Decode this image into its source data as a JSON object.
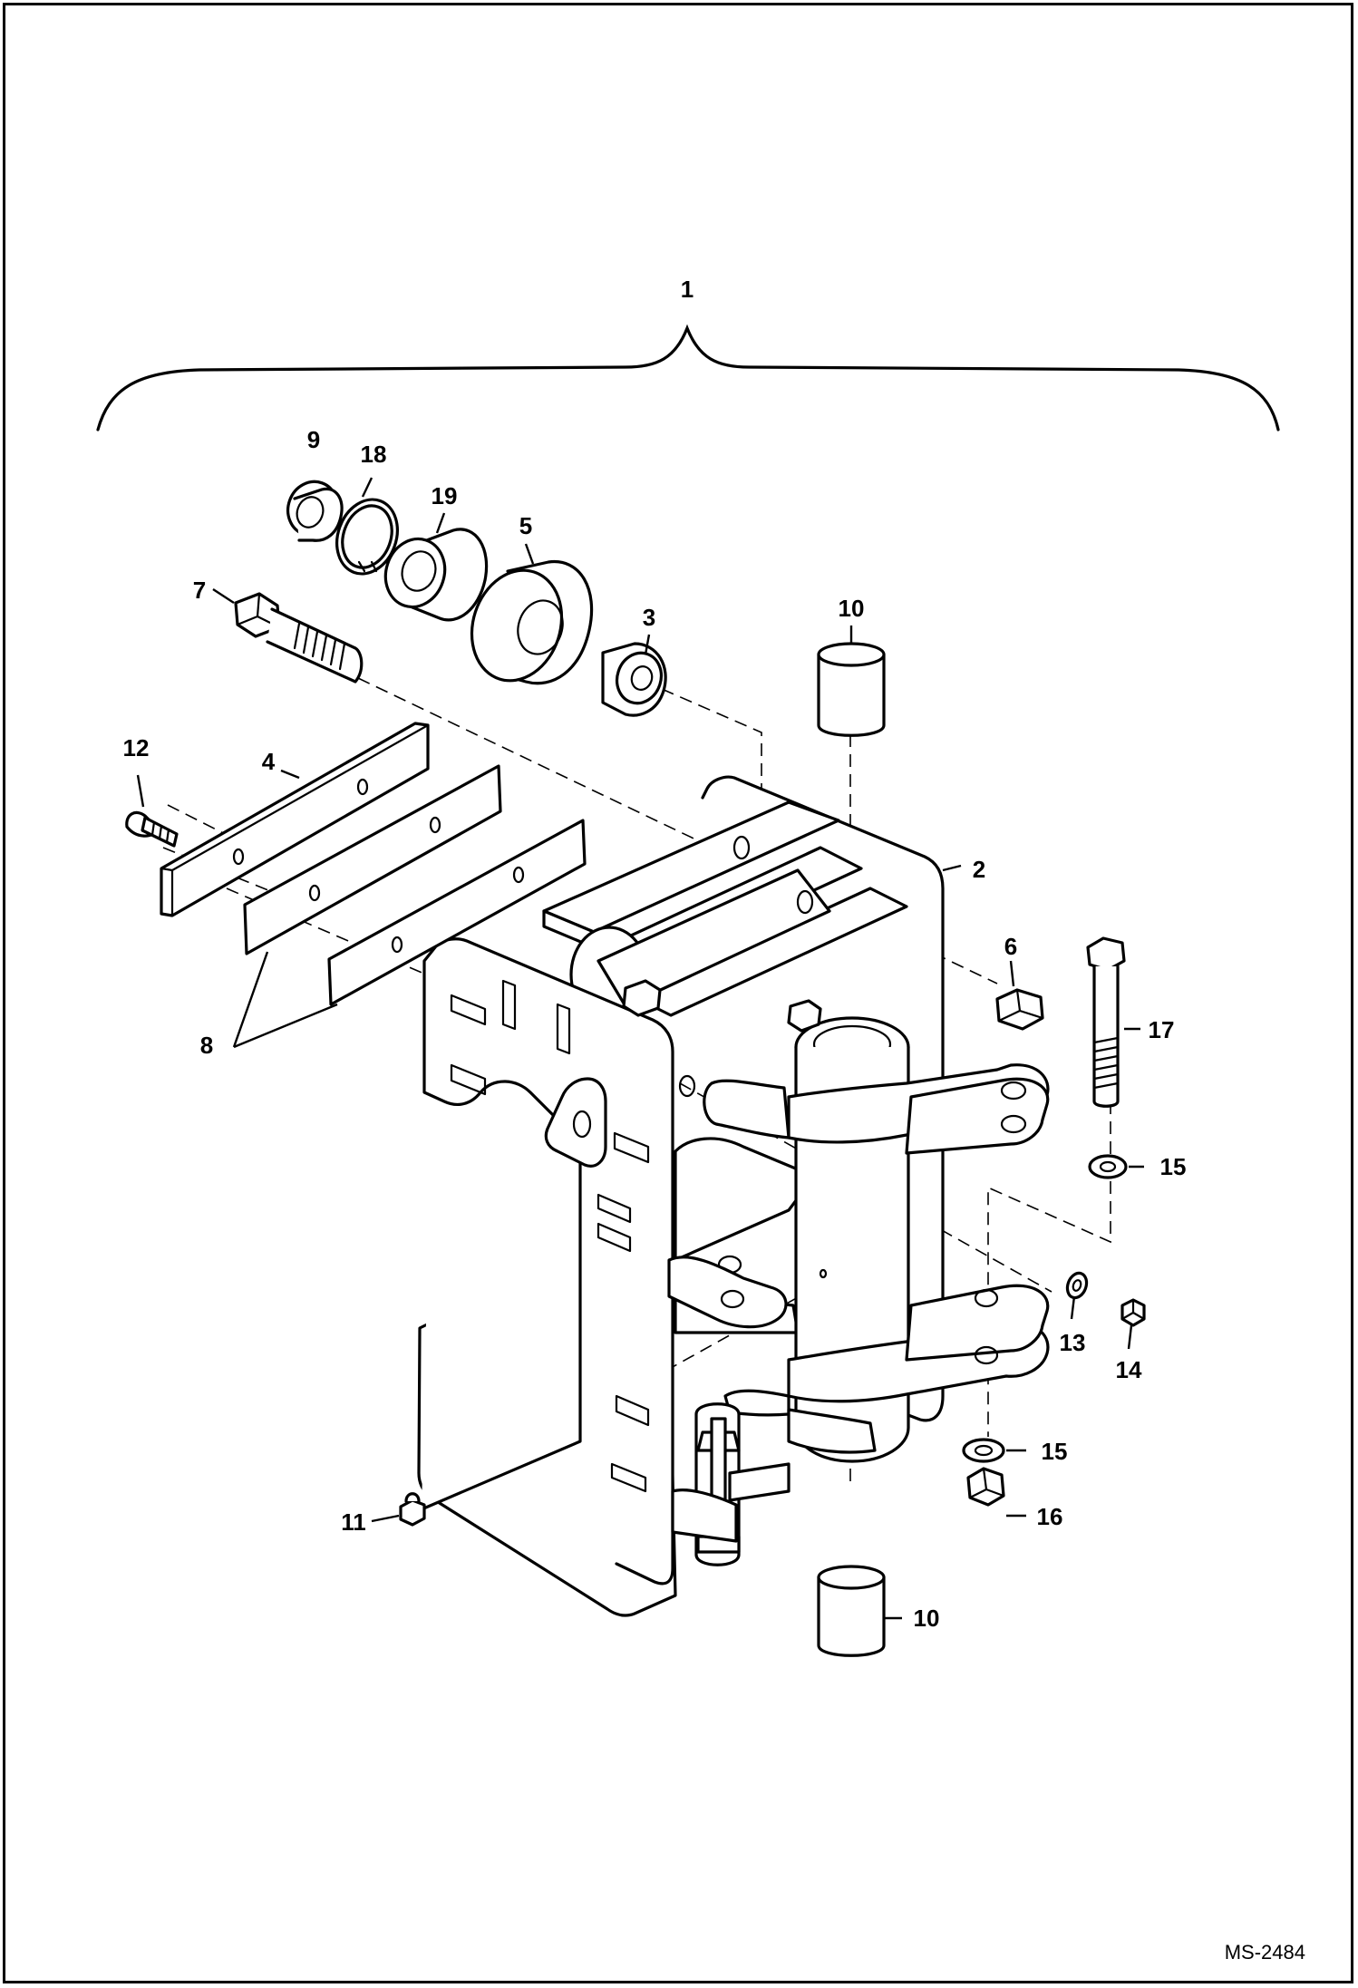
{
  "drawing_code": "MS-2484",
  "callouts": [
    {
      "id": "c1",
      "text": "1"
    },
    {
      "id": "c2",
      "text": "2"
    },
    {
      "id": "c3",
      "text": "3"
    },
    {
      "id": "c4",
      "text": "4"
    },
    {
      "id": "c5",
      "text": "5"
    },
    {
      "id": "c6",
      "text": "6"
    },
    {
      "id": "c7",
      "text": "7"
    },
    {
      "id": "c8",
      "text": "8"
    },
    {
      "id": "c9",
      "text": "9"
    },
    {
      "id": "c10a",
      "text": "10"
    },
    {
      "id": "c10b",
      "text": "10"
    },
    {
      "id": "c11",
      "text": "11"
    },
    {
      "id": "c12",
      "text": "12"
    },
    {
      "id": "c13",
      "text": "13"
    },
    {
      "id": "c14",
      "text": "14"
    },
    {
      "id": "c15a",
      "text": "15"
    },
    {
      "id": "c15b",
      "text": "15"
    },
    {
      "id": "c16",
      "text": "16"
    },
    {
      "id": "c17",
      "text": "17"
    },
    {
      "id": "c18",
      "text": "18"
    },
    {
      "id": "c19",
      "text": "19"
    }
  ]
}
